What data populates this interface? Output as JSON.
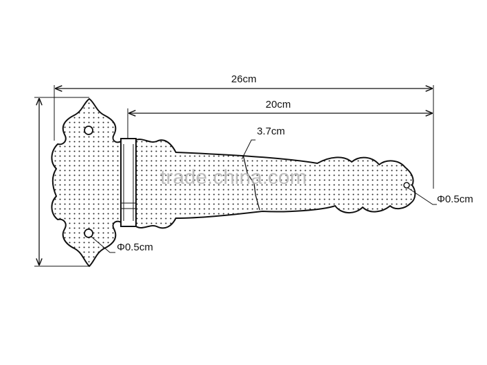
{
  "dimensions": {
    "overall_length": "26cm",
    "strap_length": "20cm",
    "strap_width": "3.7cm",
    "hole_left": "Φ0.5cm",
    "hole_right": "Φ0.5cm"
  },
  "watermark": "trade.china.com"
}
